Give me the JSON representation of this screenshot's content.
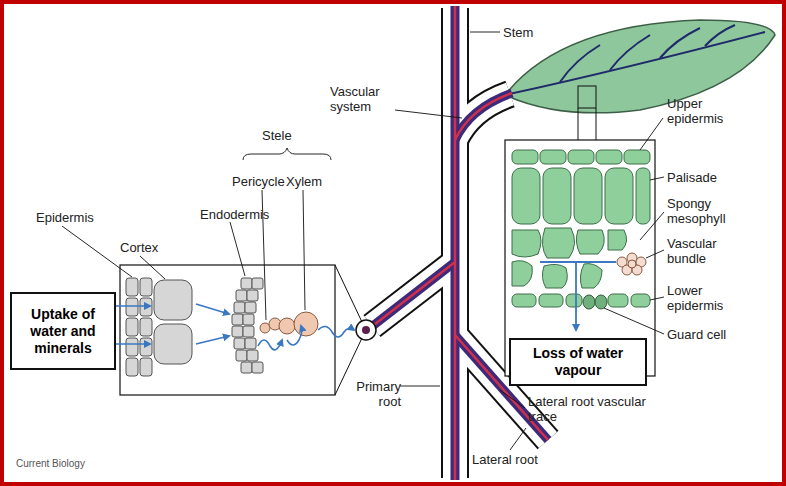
{
  "diagram": {
    "nodes": [
      {
        "text": [
          "Uptake of water and minerals"
        ]
      },
      {
        "text": [
          "Loss of water vapour"
        ]
      }
    ],
    "labels": [
      "Stem",
      "Vascular system",
      "Stele",
      "Pericycle",
      "Xylem",
      "Epidermis",
      "Endodermis",
      "Cortex",
      "Upper epidermis",
      "Palisade",
      "Spongy mesophyll",
      "Vascular bundle",
      "Lower epidermis",
      "Guard cell",
      "Primary root",
      "Lateral root vascular trace",
      "Lateral root",
      "Current Biology"
    ]
  }
}
